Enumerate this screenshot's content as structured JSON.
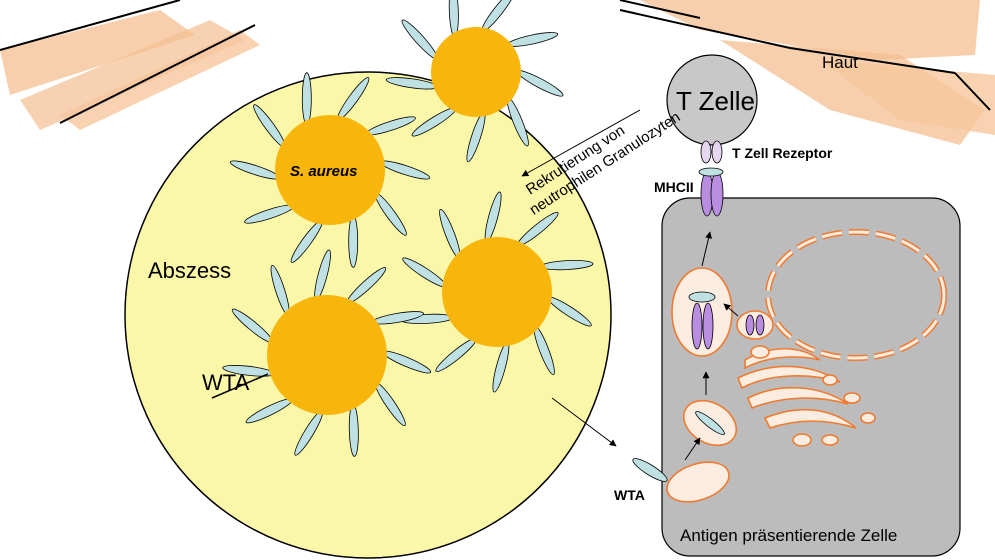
{
  "labels": {
    "skin": "Haut",
    "t_cell": "T Zelle",
    "t_cell_receptor": "T Zell Rezeptor",
    "mhc": "MHCII",
    "abscess": "Abszess",
    "bacterium": "S. aureus",
    "wta_left": "WTA",
    "wta_right": "WTA",
    "recruitment_line1": "Rekrutierung von",
    "recruitment_line2": "neutrophilen Granulozyten",
    "apc": "Antigen präsentierende  Zelle"
  },
  "colors": {
    "abscess_fill": "#fbf7a8",
    "bacterium_fill": "#f8b60c",
    "spike_fill": "#bfe1e4",
    "t_cell_fill": "#c8c8c8",
    "apc_fill": "#bcbcbc",
    "organelle_stroke": "#f07a30",
    "organelle_fill": "#fdece0",
    "mhc_fill": "#b98ee0",
    "skin_stripes": "#f6c79e"
  }
}
